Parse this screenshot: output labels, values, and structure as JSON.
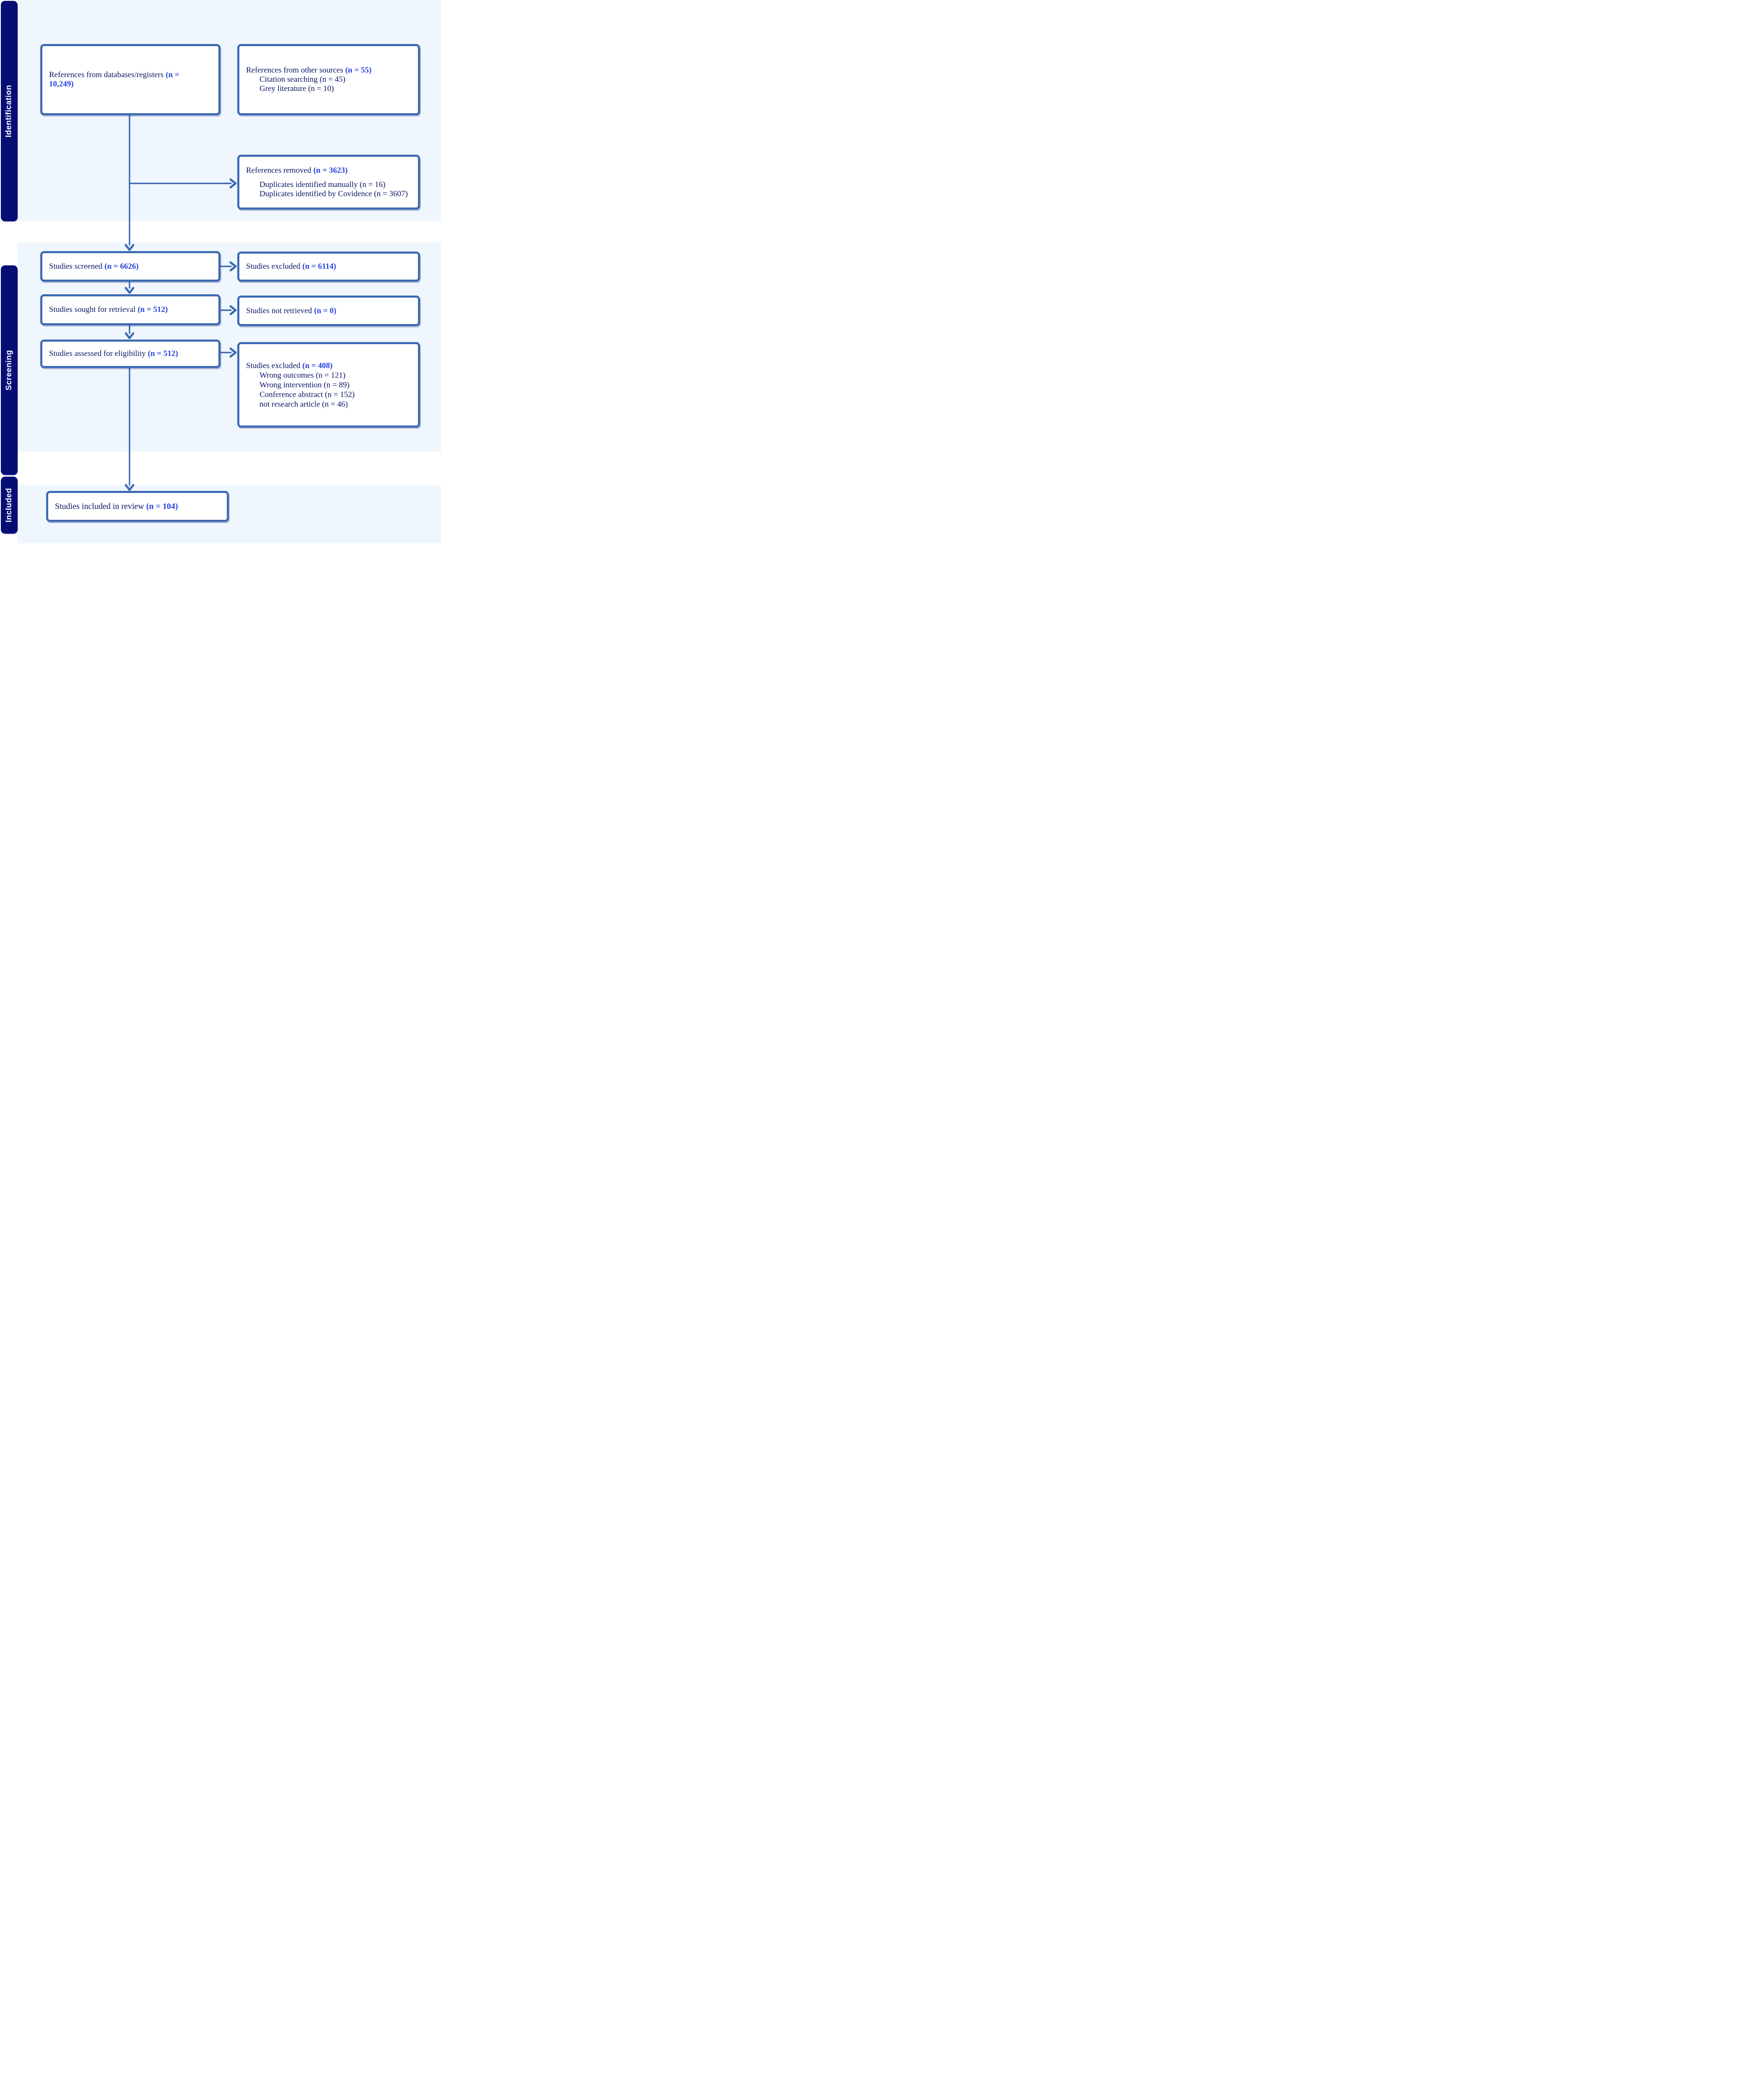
{
  "sidebar": [
    {
      "label": "Identification"
    },
    {
      "label": "Screening"
    },
    {
      "label": "Included"
    }
  ],
  "boxes": [
    {
      "label": "References from databases/registers",
      "n": "(n = 10,249)",
      "subs": []
    },
    {
      "label": "References from other sources",
      "n": "(n = 55)",
      "subs": [
        "Citation searching (n = 45)",
        "Grey literature (n = 10)"
      ]
    },
    {
      "label": "References removed",
      "n": "(n = 3623)",
      "subs": [
        "Duplicates identified manually (n = 16)",
        "Duplicates identified by Covidence (n = 3607)"
      ]
    },
    {
      "label": "Studies screened",
      "n": "(n = 6626)",
      "subs": []
    },
    {
      "label": "Studies excluded",
      "n": "(n = 6114)",
      "subs": []
    },
    {
      "label": "Studies sought for retrieval",
      "n": "(n = 512)",
      "subs": []
    },
    {
      "label": "Studies not retrieved",
      "n": "(n = 0)",
      "subs": []
    },
    {
      "label": "Studies assessed for eligibility",
      "n": "(n = 512)",
      "subs": []
    },
    {
      "label": "Studies excluded",
      "n": "(n = 408)",
      "subs": [
        "Wrong outcomes (n = 121)",
        "Wrong intervention (n = 89)",
        "Conference abstract (n = 152)",
        "not research article (n = 46)"
      ]
    },
    {
      "label": "Studies included in review",
      "n": "(n = 104)",
      "subs": []
    }
  ],
  "colors": {
    "stage_bar": "#060e76",
    "accent_border_arrows": "#3e6ab2",
    "text_navy": "#0b1566",
    "n_highlight_blue": "#2842df",
    "section_background": "#eff6fd"
  }
}
